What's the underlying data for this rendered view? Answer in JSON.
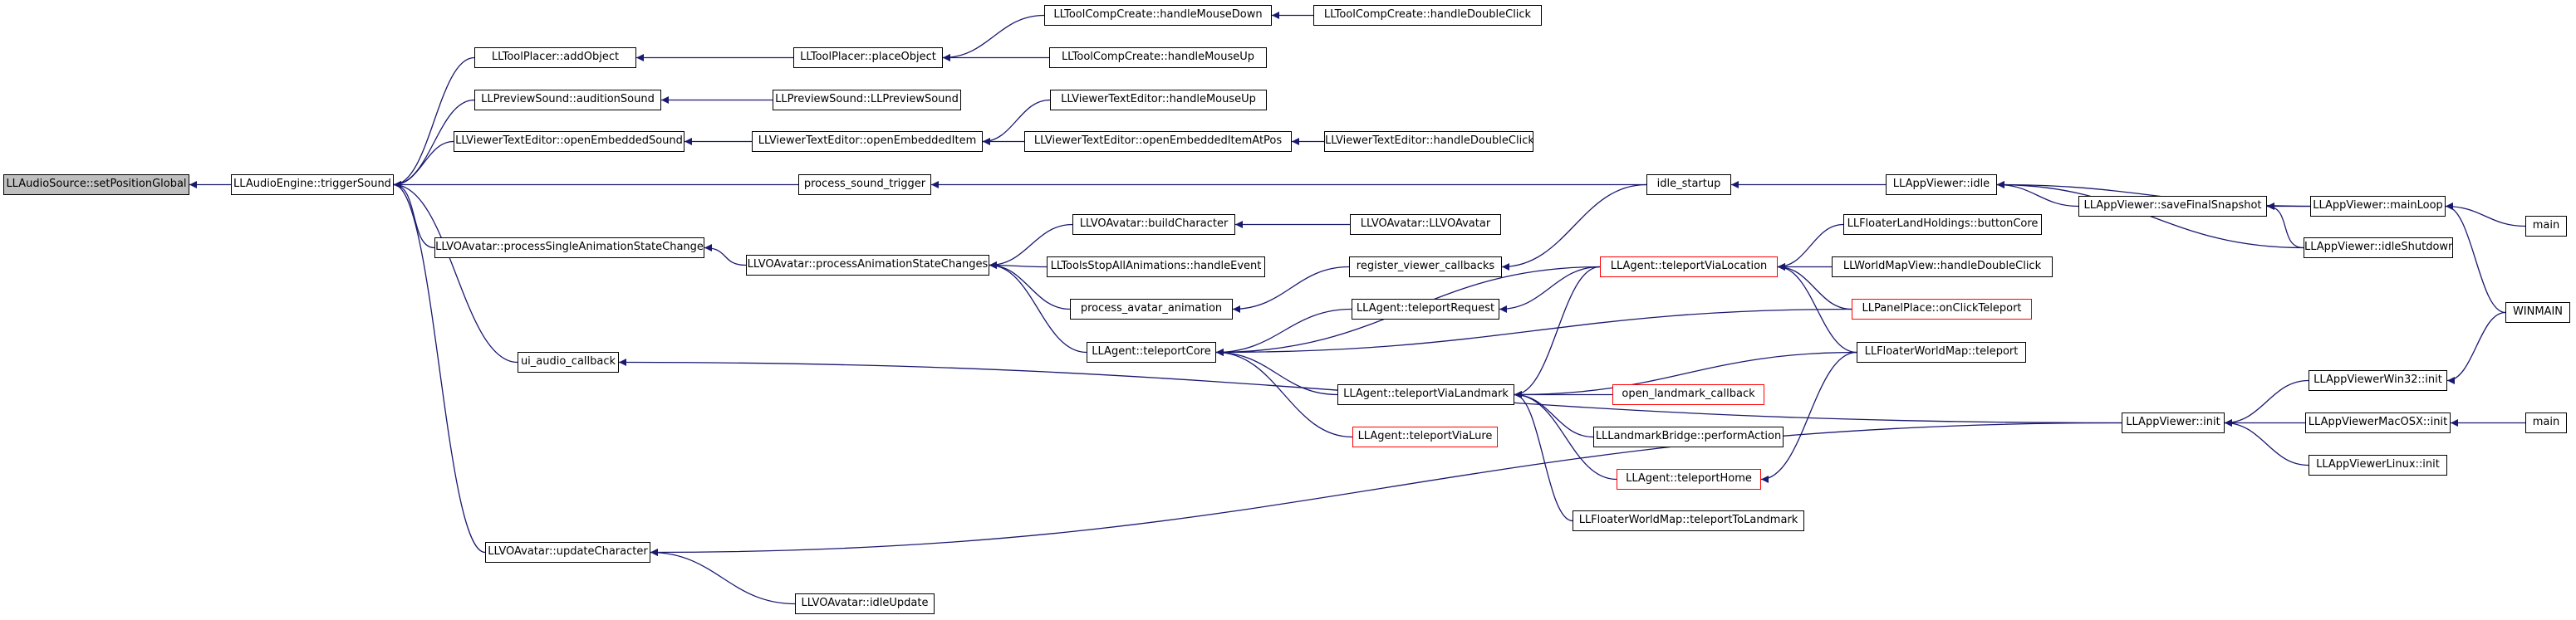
{
  "colors": {
    "edge": "#191970",
    "border": "#000000",
    "red_border": "#ff0000",
    "highlight_fill": "#bfbfbf",
    "background": "#ffffff"
  },
  "nodes": {
    "n01": {
      "label": "LLAudioSource::setPositionGlobal",
      "style": "highlight"
    },
    "n02": {
      "label": "LLAudioEngine::triggerSound",
      "style": "normal"
    },
    "n03": {
      "label": "LLToolPlacer::addObject",
      "style": "normal"
    },
    "n04": {
      "label": "LLPreviewSound::auditionSound",
      "style": "normal"
    },
    "n05": {
      "label": "LLViewerTextEditor::openEmbeddedSound",
      "style": "normal"
    },
    "n06": {
      "label": "process_sound_trigger",
      "style": "normal"
    },
    "n07": {
      "label": "LLVOAvatar::processSingleAnimationStateChange",
      "style": "normal"
    },
    "n08": {
      "label": "ui_audio_callback",
      "style": "normal"
    },
    "n09": {
      "label": "LLVOAvatar::updateCharacter",
      "style": "normal"
    },
    "n10": {
      "label": "LLToolPlacer::placeObject",
      "style": "normal"
    },
    "n11": {
      "label": "LLPreviewSound::LLPreviewSound",
      "style": "normal"
    },
    "n12": {
      "label": "LLViewerTextEditor::openEmbeddedItem",
      "style": "normal"
    },
    "n13": {
      "label": "LLVOAvatar::processAnimationStateChanges",
      "style": "normal"
    },
    "n14": {
      "label": "LLVOAvatar::idleUpdate",
      "style": "normal"
    },
    "n15": {
      "label": "LLToolCompCreate::handleMouseDown",
      "style": "normal"
    },
    "n16": {
      "label": "LLToolCompCreate::handleMouseUp",
      "style": "normal"
    },
    "n17": {
      "label": "LLToolCompCreate::handleDoubleClick",
      "style": "normal"
    },
    "n18": {
      "label": "LLViewerTextEditor::handleMouseUp",
      "style": "normal"
    },
    "n19": {
      "label": "LLViewerTextEditor::openEmbeddedItemAtPos",
      "style": "normal"
    },
    "n20": {
      "label": "LLViewerTextEditor::handleDoubleClick",
      "style": "normal"
    },
    "n21": {
      "label": "LLVOAvatar::buildCharacter",
      "style": "normal"
    },
    "n22": {
      "label": "LLToolsStopAllAnimations::handleEvent",
      "style": "normal"
    },
    "n23": {
      "label": "process_avatar_animation",
      "style": "normal"
    },
    "n24": {
      "label": "LLAgent::teleportCore",
      "style": "normal"
    },
    "n25": {
      "label": "LLVOAvatar::LLVOAvatar",
      "style": "normal"
    },
    "n26": {
      "label": "register_viewer_callbacks",
      "style": "normal"
    },
    "n27": {
      "label": "LLAgent::teleportRequest",
      "style": "normal"
    },
    "n28": {
      "label": "LLAgent::teleportViaLandmark",
      "style": "normal"
    },
    "n29": {
      "label": "LLAgent::teleportViaLure",
      "style": "red"
    },
    "n30": {
      "label": "idle_startup",
      "style": "normal"
    },
    "n31": {
      "label": "LLAgent::teleportViaLocation",
      "style": "red"
    },
    "n32": {
      "label": "open_landmark_callback",
      "style": "red"
    },
    "n33": {
      "label": "LLLandmarkBridge::performAction",
      "style": "normal"
    },
    "n34": {
      "label": "LLAgent::teleportHome",
      "style": "red"
    },
    "n35": {
      "label": "LLFloaterWorldMap::teleportToLandmark",
      "style": "normal"
    },
    "n36": {
      "label": "LLFloaterLandHoldings::buttonCore",
      "style": "normal"
    },
    "n37": {
      "label": "LLWorldMapView::handleDoubleClick",
      "style": "normal"
    },
    "n38": {
      "label": "LLPanelPlace::onClickTeleport",
      "style": "red"
    },
    "n39": {
      "label": "LLFloaterWorldMap::teleport",
      "style": "normal"
    },
    "n40": {
      "label": "LLAppViewer::idle",
      "style": "normal"
    },
    "n41": {
      "label": "LLAppViewer::saveFinalSnapshot",
      "style": "normal"
    },
    "n42": {
      "label": "LLAppViewer::init",
      "style": "normal"
    },
    "n43": {
      "label": "LLAppViewer::mainLoop",
      "style": "normal"
    },
    "n44": {
      "label": "LLAppViewer::idleShutdown",
      "style": "normal"
    },
    "n45": {
      "label": "LLAppViewerWin32::init",
      "style": "normal"
    },
    "n46": {
      "label": "LLAppViewerMacOSX::init",
      "style": "normal"
    },
    "n47": {
      "label": "LLAppViewerLinux::init",
      "style": "normal"
    },
    "n48": {
      "label": "main",
      "style": "normal"
    },
    "n49": {
      "label": "WINMAIN",
      "style": "normal"
    },
    "n50": {
      "label": "main",
      "style": "normal"
    }
  },
  "edges": [
    [
      "n02",
      "n01"
    ],
    [
      "n03",
      "n02"
    ],
    [
      "n04",
      "n02"
    ],
    [
      "n05",
      "n02"
    ],
    [
      "n06",
      "n02"
    ],
    [
      "n07",
      "n02"
    ],
    [
      "n08",
      "n02"
    ],
    [
      "n09",
      "n02"
    ],
    [
      "n10",
      "n03"
    ],
    [
      "n11",
      "n04"
    ],
    [
      "n12",
      "n05"
    ],
    [
      "n13",
      "n07"
    ],
    [
      "n14",
      "n09"
    ],
    [
      "n15",
      "n10"
    ],
    [
      "n16",
      "n10"
    ],
    [
      "n17",
      "n15"
    ],
    [
      "n18",
      "n12"
    ],
    [
      "n19",
      "n12"
    ],
    [
      "n20",
      "n19"
    ],
    [
      "n21",
      "n13"
    ],
    [
      "n22",
      "n13"
    ],
    [
      "n23",
      "n13"
    ],
    [
      "n24",
      "n13"
    ],
    [
      "n25",
      "n21"
    ],
    [
      "n26",
      "n23"
    ],
    [
      "n27",
      "n24"
    ],
    [
      "n28",
      "n24"
    ],
    [
      "n29",
      "n24"
    ],
    [
      "n31",
      "n24"
    ],
    [
      "n38",
      "n24"
    ],
    [
      "n30",
      "n26"
    ],
    [
      "n31",
      "n27"
    ],
    [
      "n31",
      "n28"
    ],
    [
      "n32",
      "n28"
    ],
    [
      "n33",
      "n28"
    ],
    [
      "n34",
      "n28"
    ],
    [
      "n35",
      "n28"
    ],
    [
      "n39",
      "n28"
    ],
    [
      "n36",
      "n31"
    ],
    [
      "n37",
      "n31"
    ],
    [
      "n38",
      "n31"
    ],
    [
      "n39",
      "n31"
    ],
    [
      "n39",
      "n34"
    ],
    [
      "n30",
      "n06"
    ],
    [
      "n40",
      "n30"
    ],
    [
      "n41",
      "n40"
    ],
    [
      "n43",
      "n40"
    ],
    [
      "n44",
      "n40"
    ],
    [
      "n43",
      "n41"
    ],
    [
      "n44",
      "n41"
    ],
    [
      "n48",
      "n43"
    ],
    [
      "n49",
      "n43"
    ],
    [
      "n42",
      "n08"
    ],
    [
      "n42",
      "n09"
    ],
    [
      "n45",
      "n42"
    ],
    [
      "n46",
      "n42"
    ],
    [
      "n47",
      "n42"
    ],
    [
      "n49",
      "n45"
    ],
    [
      "n50",
      "n46"
    ]
  ]
}
